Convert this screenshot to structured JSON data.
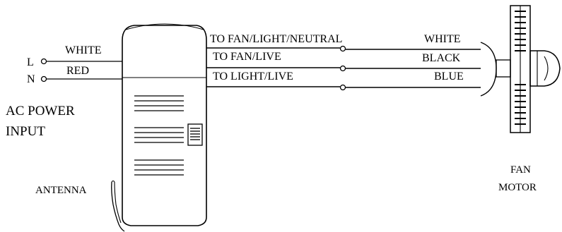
{
  "power_input": {
    "terminal_l": "L",
    "terminal_n": "N",
    "wire_l_color": "WHITE",
    "wire_n_color": "RED",
    "caption_line1": "AC POWER",
    "caption_line2": "INPUT"
  },
  "outputs": [
    {
      "label": "TO FAN/LIGHT/NEUTRAL",
      "color": "WHITE"
    },
    {
      "label": "TO FAN/LIVE",
      "color": "BLACK"
    },
    {
      "label": "TO LIGHT/LIVE",
      "color": "BLUE"
    }
  ],
  "antenna_label": "ANTENNA",
  "fan_motor": {
    "line1": "FAN",
    "line2": "MOTOR"
  },
  "colors": {
    "ink": "#000000",
    "background": "#ffffff"
  }
}
